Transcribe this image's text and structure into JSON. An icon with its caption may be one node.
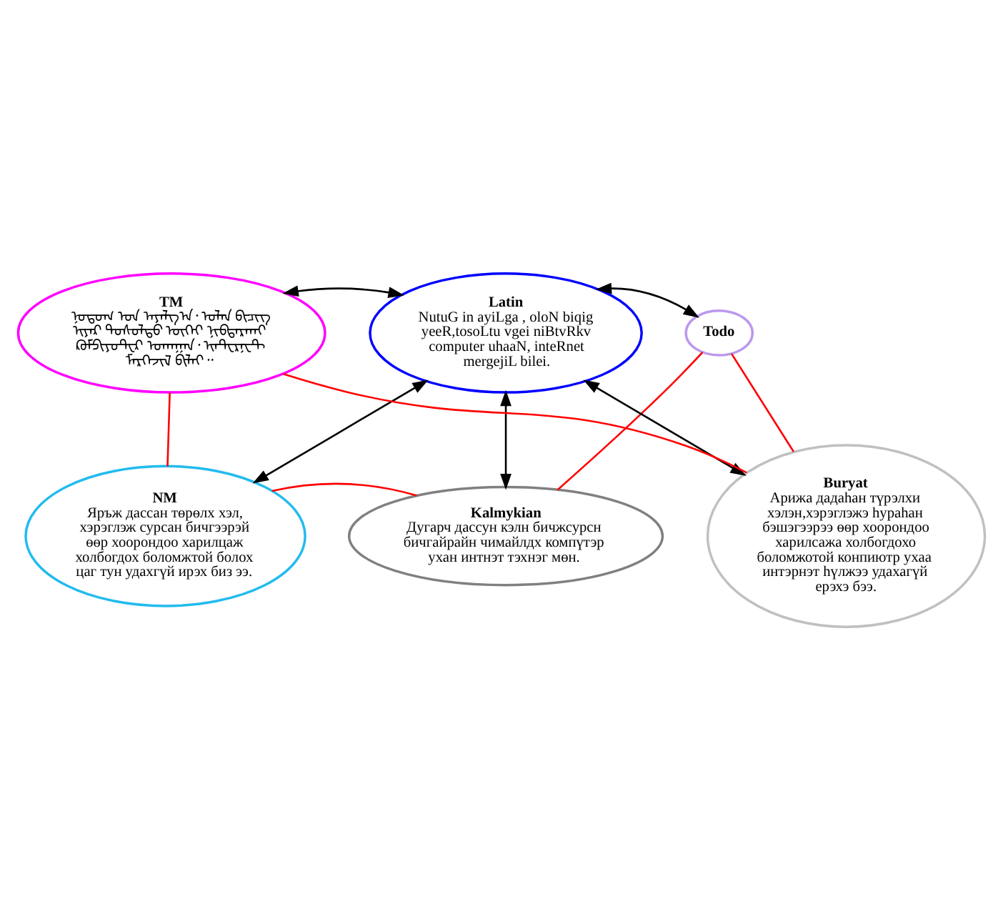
{
  "diagram": {
    "nodes": [
      {
        "text": [
          "NM",
          "Яръж дассан төрөлх хэл, хэрэглэж сурсан бичгээрэй өөр хоорондоо харилцаж холбогдох боломжтой болох цаг тун удахгүй ирэх биз ээ."
        ]
      },
      {
        "text": [
          "Kalmykian",
          "Дугарч дассун кэлн бичжсурсн бичгайрайн чимайлдх компүтэр ухан интнэт тэхнэг мөн."
        ]
      },
      {
        "text": [
          "TM",
          "ᠨᠤᠲᠤᠭ ᠤᠨ ᠠᠶᠠᠯᠭ᠎ᠠ᠂ ᠣᠯᠠᠨ ᠪᠢᠴᠢᠭ ᠢᠶᠡᠷ ᠲᠣᠰᠣᠯᠲᠤ ᠦᠭᠡᠢ ᠨᠢᠪᠲᠠᠷᠬᠠᠢ ᠺᠣᠮᠫᠢᠶᠦᠲᠧᠷ ᠤᠬᠠᠭᠠᠨ᠂ ᠢᠨᠲᠧᠷᠨᠧᠲ ᠮᠡᠷᠭᠡᠵᠢᠯ ᠪᠢᠯᠡᠢ᠃"
        ]
      },
      {
        "text": [
          "Latin",
          "NutuG in ayiLga , oloN biqig yeeR,tosoLtu vgei niBtvRkv computer uhaaN, inteRnet mergejiL bilei."
        ]
      },
      {
        "text": [
          "Todo"
        ]
      },
      {
        "text": [
          "Buryat",
          "Арижа дадаһан түрэлхи хэлэн,хэрэглэжэ һураһан бэшэгээрээ өөр хоорондоо харилсажа холбогдохо боломжотой конпиютр ухаа интэрнэт һүлжээ удахагүй ерэхэ бээ."
        ]
      }
    ],
    "edges": [
      {
        "from": 3,
        "to": 0,
        "arrow": "both"
      },
      {
        "from": 3,
        "to": 1,
        "arrow": "both"
      },
      {
        "from": 3,
        "to": 2,
        "arrow": "both"
      },
      {
        "from": 3,
        "to": 4,
        "arrow": "both"
      },
      {
        "from": 3,
        "to": 5,
        "arrow": "both"
      },
      {
        "from": 0,
        "to": 1,
        "arrow": "none",
        "color": "#ff0000"
      },
      {
        "from": 1,
        "to": 4,
        "arrow": "none",
        "color": "#ff0000"
      },
      {
        "from": 4,
        "to": 5,
        "arrow": "none",
        "color": "#ff0000"
      },
      {
        "from": 5,
        "to": 2,
        "arrow": "none",
        "color": "#ff0000"
      },
      {
        "from": 2,
        "to": 0,
        "arrow": "none",
        "color": "#ff0000"
      }
    ]
  }
}
